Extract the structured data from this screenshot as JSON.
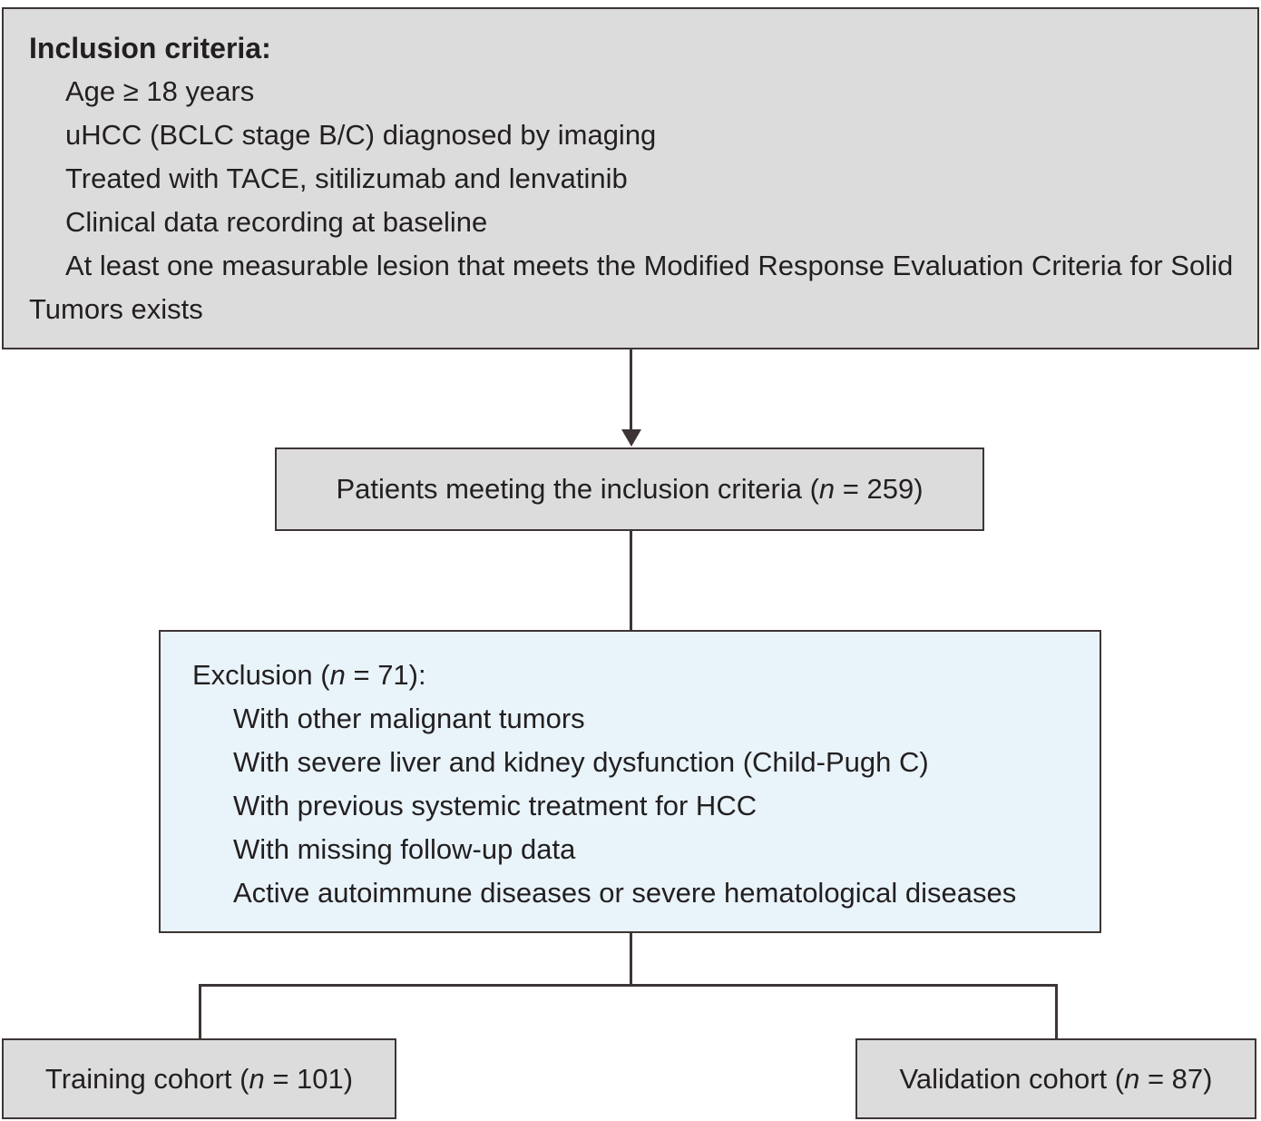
{
  "colors": {
    "box_gray_fill": "#dcdcdc",
    "box_blue_fill": "#e8f3fa",
    "border_dark": "#3d3535",
    "text_color": "#231f20"
  },
  "inclusion_box": {
    "title": "Inclusion criteria:",
    "items": [
      "Age ≥ 18 years",
      "uHCC (BCLC stage B/C) diagnosed by imaging",
      "Treated with TACE, sitilizumab and lenvatinib",
      "Clinical data recording at baseline",
      "At least one measurable lesion that meets the Modified Response Evaluation Criteria for Solid Tumors exists"
    ]
  },
  "patients_box": {
    "prefix": "Patients meeting the inclusion criteria (",
    "n": "n",
    "suffix": " = 259)"
  },
  "exclusion_box": {
    "header_prefix": "Exclusion (",
    "n": "n",
    "header_suffix": " = 71):",
    "items": [
      "With other malignant tumors",
      "With severe liver and kidney dysfunction (Child-Pugh C)",
      "With previous systemic treatment for HCC",
      "With missing follow-up data",
      "Active autoimmune diseases or severe hematological diseases"
    ]
  },
  "training_box": {
    "prefix": "Training cohort (",
    "n": "n",
    "suffix": " = 101)"
  },
  "validation_box": {
    "prefix": "Validation cohort (",
    "n": "n",
    "suffix": " = 87)"
  }
}
